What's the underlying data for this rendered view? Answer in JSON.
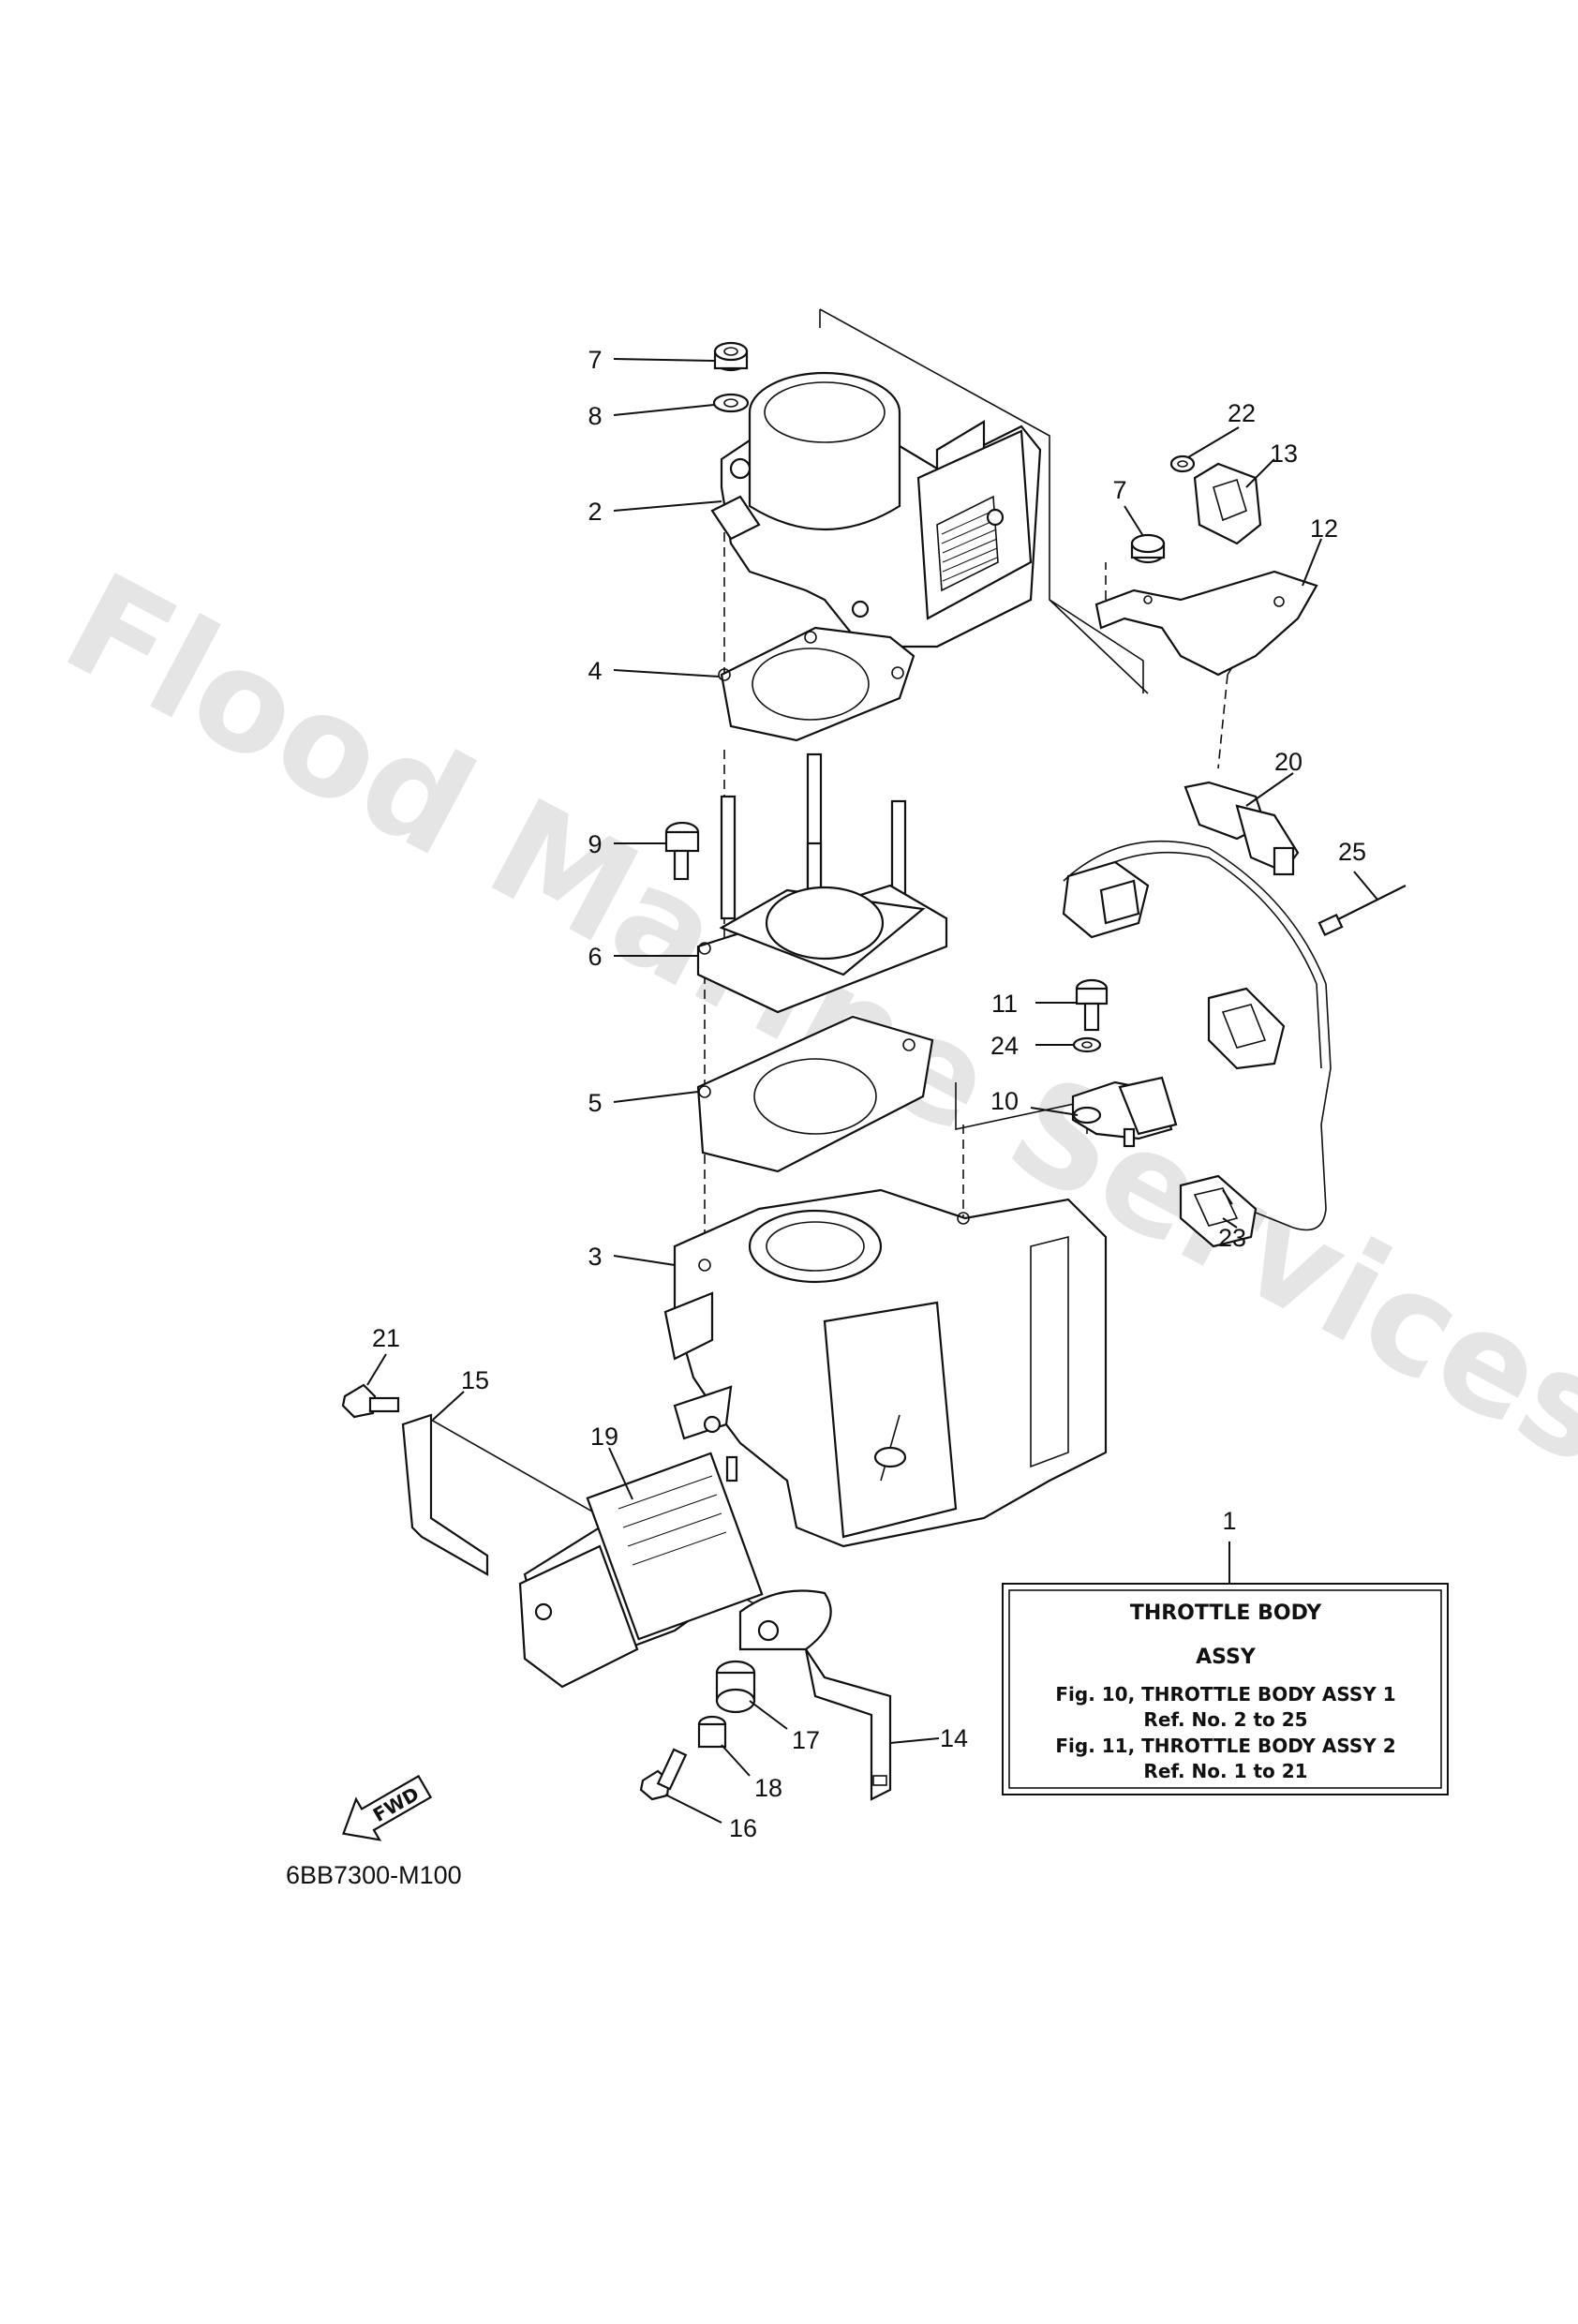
{
  "watermark": "Flood Marine Services",
  "figure_code": "6BB7300-M100",
  "fwd_label": "FWD",
  "callouts": {
    "c1": "1",
    "c2": "2",
    "c3": "3",
    "c4": "4",
    "c5": "5",
    "c6": "6",
    "c7a": "7",
    "c7b": "7",
    "c8": "8",
    "c9": "9",
    "c10": "10",
    "c11": "11",
    "c12": "12",
    "c13": "13",
    "c14": "14",
    "c15": "15",
    "c16": "16",
    "c17": "17",
    "c18": "18",
    "c19": "19",
    "c20": "20",
    "c21": "21",
    "c22": "22",
    "c23": "23",
    "c24": "24",
    "c25": "25"
  },
  "legend_box": {
    "title_line1": "THROTTLE BODY",
    "title_line2": "ASSY",
    "ref1": "Fig. 10, THROTTLE  BODY ASSY 1",
    "ref1_range": "Ref. No. 2 to 25",
    "ref2": "Fig. 11, THROTTLE  BODY ASSY 2",
    "ref2_range": "Ref. No. 1 to 21"
  }
}
